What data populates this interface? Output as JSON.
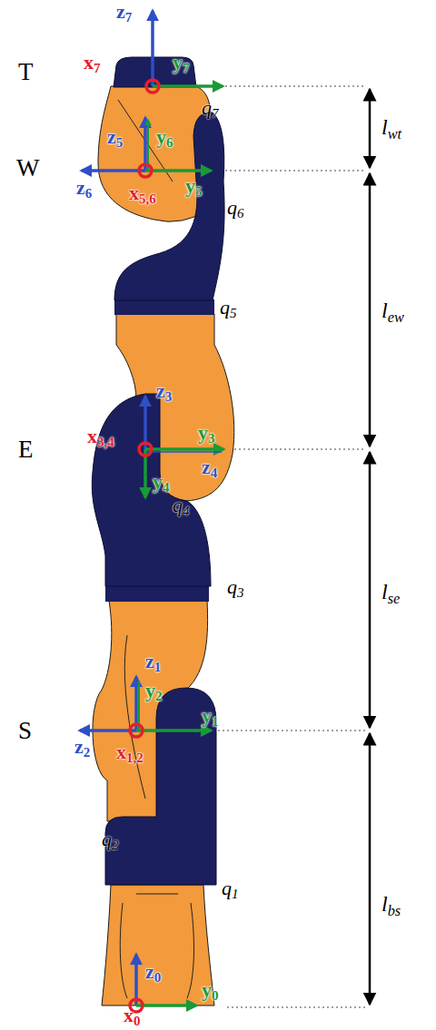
{
  "diagram": {
    "labels": [
      "T",
      "z7",
      "x7",
      "y7",
      "q7",
      "lwt",
      "W",
      "z5",
      "y6",
      "y5",
      "z6",
      "x5,6",
      "q6",
      "lew",
      "q5",
      "z3",
      "E",
      "y3",
      "x3,4",
      "z4",
      "y4",
      "q4",
      "q3",
      "lse",
      "z1",
      "y2",
      "y1",
      "S",
      "z2",
      "x1,2",
      "q2",
      "q1",
      "lbs",
      "z0",
      "y0",
      "x0"
    ]
  }
}
